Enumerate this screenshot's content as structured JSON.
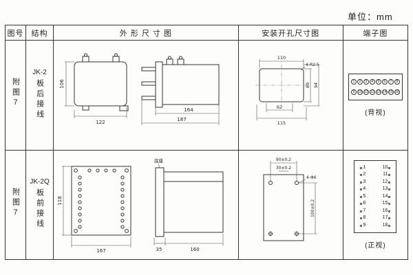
{
  "unit_label": "单位：mm",
  "header": {
    "col_fig": "图号",
    "col_struct": "结构",
    "col_outline": "外 形 尺 寸 图",
    "col_install": "安装开孔尺寸图",
    "col_terminal": "端子图"
  },
  "rows": [
    {
      "fig_no": "附图7",
      "model": "JK-2",
      "wiring": "板后接线",
      "outline": {
        "front_height": "106",
        "front_width": "122",
        "side_body": "164",
        "side_total": "187"
      },
      "install": {
        "top": "110",
        "corner_note": "4-R2.5",
        "inner_h": "80",
        "outer_h": "94",
        "inner_w": "62",
        "outer_w": "115"
      },
      "terminal": {
        "caption": "(背视)",
        "row1": [
          "1",
          "2",
          "3",
          "4",
          "5",
          "6",
          "7",
          "8"
        ],
        "row2": [
          "9",
          "10",
          "11",
          "12",
          "13",
          "14",
          "15",
          "16"
        ]
      }
    },
    {
      "fig_no": "附图7",
      "model": "JK-2Q",
      "wiring": "板前接线",
      "outline": {
        "front_height": "118",
        "front_width": "167",
        "plate": "35",
        "side_body": "160",
        "note": "底座"
      },
      "install": {
        "top": "90±0.2",
        "second": "30±0.2",
        "hole_note": "4-Φ6",
        "side": "100±0.2"
      },
      "terminal": {
        "caption": "(正视)",
        "pairs": [
          [
            "1",
            "10"
          ],
          [
            "2",
            "11"
          ],
          [
            "3",
            "12"
          ],
          [
            "4",
            "13"
          ],
          [
            "5",
            "14"
          ],
          [
            "6",
            "15"
          ],
          [
            "7",
            "16"
          ],
          [
            "8",
            "17"
          ],
          [
            "9",
            "18"
          ]
        ]
      }
    }
  ]
}
